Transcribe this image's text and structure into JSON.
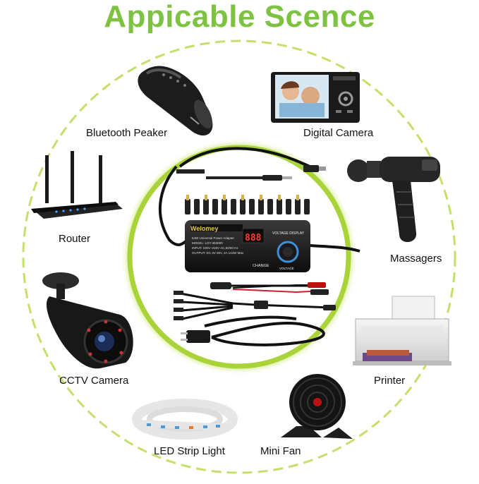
{
  "title": "Appicable Scence",
  "center_product": {
    "brand": "Welomey",
    "lines": [
      "54W Universal Power Adapter",
      "MODEL: LGY-363000",
      "INPUT: 100V~240V AC,50/60 Hz",
      "OUTPUT: DC 3V-36V, 4A 144W Max"
    ],
    "display_value": "888",
    "voltage_display_label": "VOLTAGE DISPLAY",
    "change_label": "CHANGE",
    "voltage_label": "VOLTAGE"
  },
  "devices": [
    {
      "id": "bluetooth-speaker",
      "label": "Bluetooth Peaker"
    },
    {
      "id": "digital-camera",
      "label": "Digital Camera"
    },
    {
      "id": "router",
      "label": "Router"
    },
    {
      "id": "massager",
      "label": "Massagers"
    },
    {
      "id": "cctv-camera",
      "label": "CCTV Camera"
    },
    {
      "id": "printer",
      "label": "Printer"
    },
    {
      "id": "led-strip",
      "label": "LED Strip Light"
    },
    {
      "id": "mini-fan",
      "label": "Mini Fan"
    }
  ],
  "colors": {
    "accent": "#7dc241",
    "dashed_ring": "#c5e06a",
    "inner_ring": "#a8d43a"
  }
}
